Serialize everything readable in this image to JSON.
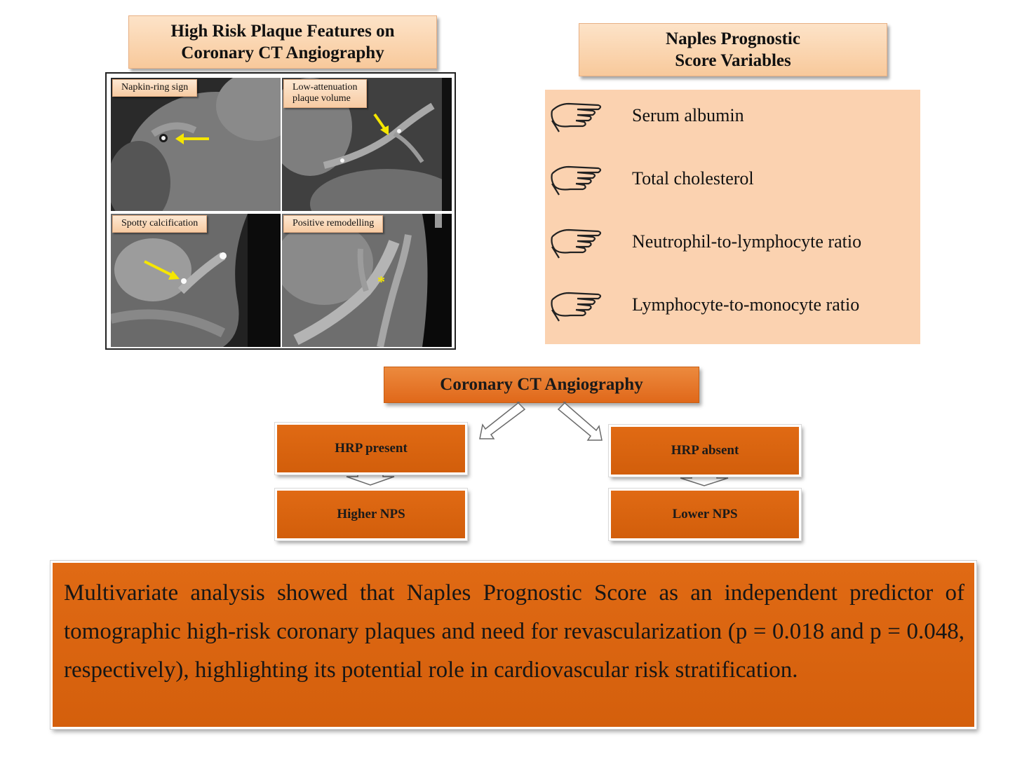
{
  "hrp_panel": {
    "title_line1": "High Risk Plaque Features on",
    "title_line2": "Coronary CT Angiography",
    "images": [
      {
        "label_line1": "Napkin-ring  sign",
        "label_line2": ""
      },
      {
        "label_line1": "Low-attenuation",
        "label_line2": "plaque volume"
      },
      {
        "label_line1": "Spotty calcification",
        "label_line2": ""
      },
      {
        "label_line1": "Positive remodelling",
        "label_line2": ""
      }
    ],
    "asterisk": "*",
    "arrow_color": "#f5e600"
  },
  "nps_panel": {
    "title_line1": "Naples Prognostic",
    "title_line2": "Score Variables",
    "items": [
      {
        "icon": "pointing-hand-icon",
        "label": "Serum  albumin"
      },
      {
        "icon": "pointing-hand-icon",
        "label": "Total cholesterol"
      },
      {
        "icon": "pointing-hand-icon",
        "label": "Neutrophil-to-lymphocyte ratio"
      },
      {
        "icon": "pointing-hand-icon",
        "label": "Lymphocyte-to-monocyte ratio"
      }
    ],
    "background_color": "#fbd2b0"
  },
  "flow": {
    "root": "Coronary CT Angiography",
    "left_branch": "HRP present",
    "right_branch": "HRP absent",
    "left_result": "Higher NPS",
    "right_result": "Lower NPS",
    "box_color": "#e06a14"
  },
  "summary": {
    "text": "Multivariate analysis showed that Naples Prognostic Score as an independent predictor of tomographic high-risk coronary plaques and need for revascularization (p = 0.018 and p = 0.048, respectively), highlighting its potential role in cardiovascular risk stratification."
  }
}
